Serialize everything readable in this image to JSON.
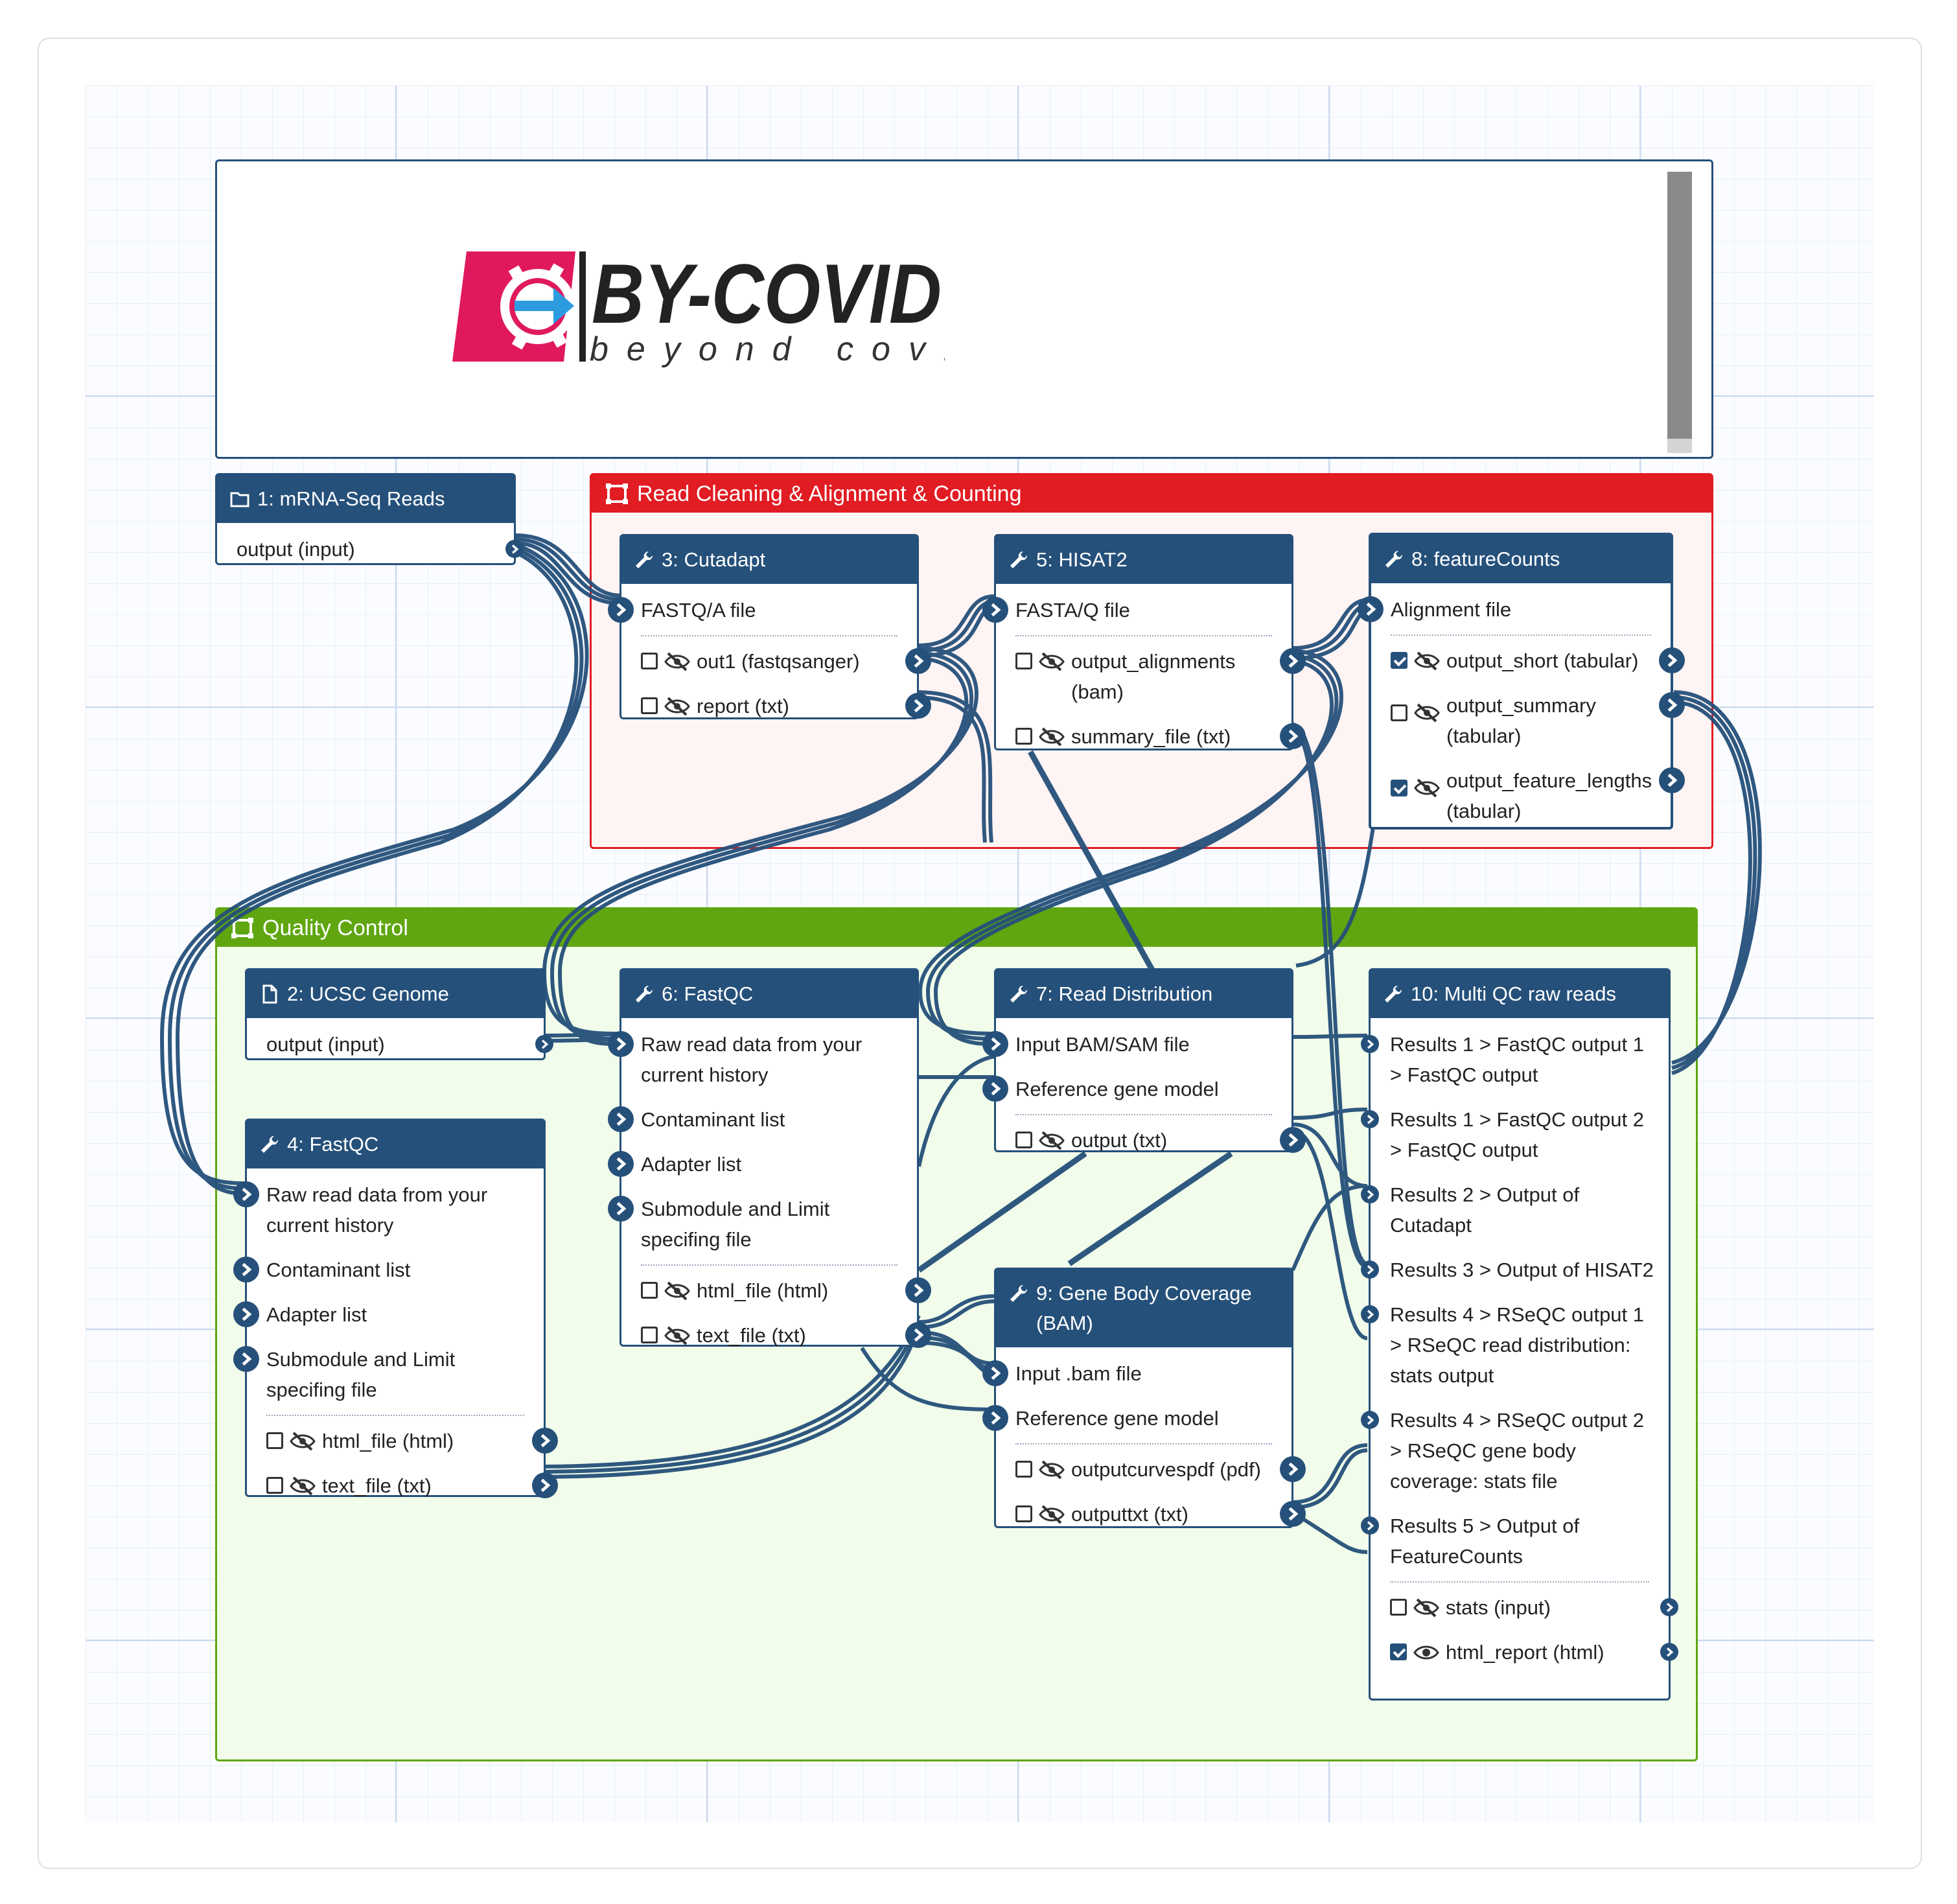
{
  "frame": {
    "logo_title": "BY-COVID",
    "logo_subtitle": "beyond covid"
  },
  "groups": {
    "cleaning": {
      "title": "Read Cleaning & Alignment & Counting"
    },
    "qc": {
      "title": "Quality Control"
    }
  },
  "nodes": {
    "n1": {
      "title": "1: mRNA-Seq Reads",
      "outputs": [
        "output (input)"
      ]
    },
    "n2": {
      "title": "2: UCSC Genome",
      "outputs": [
        "output (input)"
      ]
    },
    "n3": {
      "title": "3: Cutadapt",
      "inputs": [
        "FASTQ/A file"
      ],
      "outputs": [
        "out1 (fastqsanger)",
        "report (txt)"
      ]
    },
    "n4": {
      "title": "4: FastQC",
      "inputs": [
        "Raw read data from your current history",
        "Contaminant list",
        "Adapter list",
        "Submodule and Limit specifing file"
      ],
      "outputs": [
        "html_file (html)",
        "text_file (txt)"
      ]
    },
    "n5": {
      "title": "5: HISAT2",
      "inputs": [
        "FASTA/Q file"
      ],
      "outputs": [
        "output_alignments (bam)",
        "summary_file (txt)"
      ]
    },
    "n6": {
      "title": "6: FastQC",
      "inputs": [
        "Raw read data from your current history",
        "Contaminant list",
        "Adapter list",
        "Submodule and Limit specifing file"
      ],
      "outputs": [
        "html_file (html)",
        "text_file (txt)"
      ]
    },
    "n7": {
      "title": "7: Read Distribution",
      "inputs": [
        "Input BAM/SAM file",
        "Reference gene model"
      ],
      "outputs": [
        "output (txt)"
      ]
    },
    "n8": {
      "title": "8: featureCounts",
      "inputs": [
        "Alignment file"
      ],
      "outputs": [
        "output_short (tabular)",
        "output_summary (tabular)",
        "output_feature_lengths (tabular)"
      ]
    },
    "n9": {
      "title": "9: Gene Body Coverage (BAM)",
      "inputs": [
        "Input .bam file",
        "Reference gene model"
      ],
      "outputs": [
        "outputcurvespdf (pdf)",
        "outputtxt (txt)"
      ]
    },
    "n10": {
      "title": "10: Multi QC raw reads",
      "inputs": [
        "Results 1 > FastQC output 1 > FastQC output",
        "Results 1 > FastQC output 2 > FastQC output",
        "Results 2 > Output of Cutadapt",
        "Results 3 > Output of HISAT2",
        "Results 4 > RSeQC output 1 > RSeQC read distribution: stats output",
        "Results 4 > RSeQC output 2 > RSeQC gene body coverage: stats file",
        "Results 5 > Output of FeatureCounts"
      ],
      "outputs": [
        "stats (input)",
        "html_report (html)"
      ]
    }
  },
  "output_states": {
    "n3": [
      "unchecked-hidden",
      "unchecked-hidden"
    ],
    "n4": [
      "unchecked-hidden",
      "unchecked-hidden"
    ],
    "n5": [
      "unchecked-hidden",
      "unchecked-hidden"
    ],
    "n6": [
      "unchecked-hidden",
      "unchecked-hidden"
    ],
    "n7": [
      "unchecked-hidden"
    ],
    "n8": [
      "checked-hidden",
      "unchecked-hidden",
      "checked-hidden"
    ],
    "n9": [
      "unchecked-hidden",
      "unchecked-hidden"
    ],
    "n10": [
      "unchecked-hidden",
      "checked-visible"
    ]
  },
  "colors": {
    "node": "#25507a",
    "red_group": "#e11c23",
    "green_group": "#5fa611",
    "logo_pink": "#e0195f",
    "logo_blue": "#2d9be0"
  }
}
